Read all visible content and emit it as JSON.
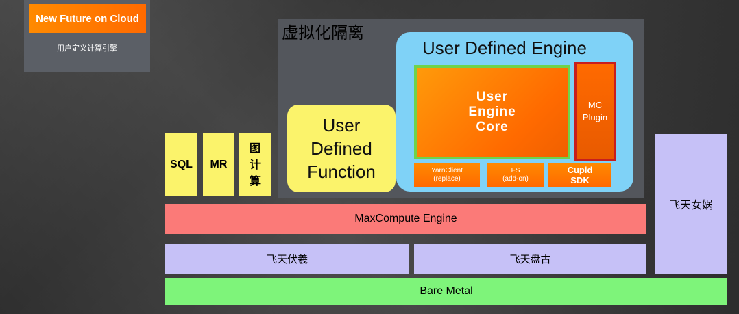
{
  "header": {
    "title": "New Future on Cloud",
    "subtitle": "用户定义计算引擎"
  },
  "virtualization": {
    "label": "虚拟化隔离"
  },
  "udf": {
    "line1": "User",
    "line2": "Defined",
    "line3": "Function"
  },
  "user_engine": {
    "title": "User Defined Engine",
    "core": {
      "line1": "User",
      "line2": "Engine",
      "line3": "Core"
    },
    "mc_plugin": {
      "line1": "MC",
      "line2": "Plugin"
    },
    "yarn_client": {
      "line1": "YarnClient",
      "line2": "(replace)"
    },
    "fs": {
      "line1": "FS",
      "line2": "(add-on)"
    },
    "cupid": {
      "line1": "Cupid",
      "line2": "SDK"
    }
  },
  "compute_blocks": {
    "sql": "SQL",
    "mr": "MR",
    "graph": [
      "图",
      "计",
      "算"
    ]
  },
  "layers": {
    "maxcompute": "MaxCompute Engine",
    "fuxi": "飞天伏羲",
    "pangu": "飞天盘古",
    "nuwa": "飞天女娲",
    "bare_metal": "Bare Metal"
  },
  "colors": {
    "background": "#3a3a3a",
    "orange": "#ff6a00",
    "yellow": "#fbf36b",
    "light_blue": "#7fd2f7",
    "salmon": "#fb7a78",
    "lavender": "#c6c1f7",
    "green": "#7ef47a"
  }
}
